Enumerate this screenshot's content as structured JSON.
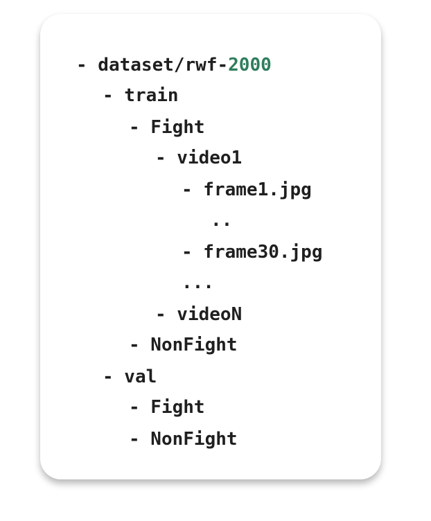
{
  "tree": {
    "root": {
      "text": "- dataset/rwf-",
      "highlight": "2000"
    },
    "train": "- train",
    "train_fight": "- Fight",
    "video1": "- video1",
    "frame1": "- frame1.jpg",
    "ellipsis_short": "..",
    "frame30": "- frame30.jpg",
    "ellipsis_long": "...",
    "videoN": "- videoN",
    "train_nonfight": "- NonFight",
    "val": "- val",
    "val_fight": "- Fight",
    "val_nonfight": "- NonFight"
  },
  "colors": {
    "text": "#1f1f1f",
    "number_highlight": "#2e7d5b",
    "card_background": "#ffffff"
  }
}
